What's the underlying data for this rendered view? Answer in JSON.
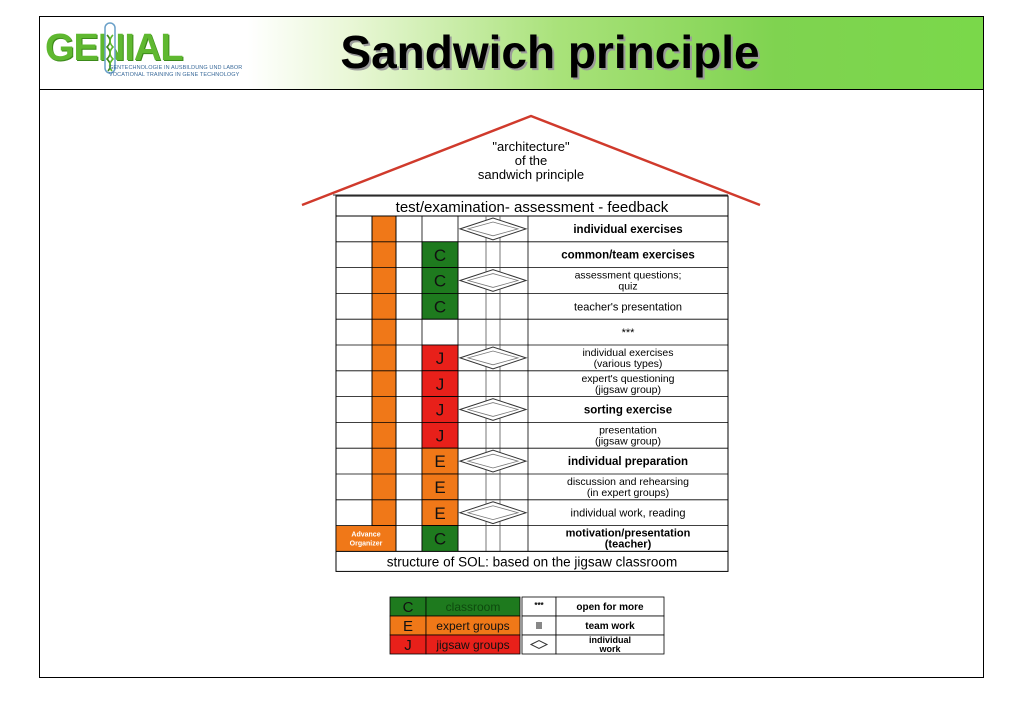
{
  "header": {
    "title": "Sandwich principle",
    "logo": {
      "word": "GENIAL",
      "line1": "GENTECHNOLOGIE IN AUSBILDUNG UND LABOR",
      "line2": "VOCATIONAL TRAINING IN GENE TECHNOLOGY"
    }
  },
  "house": {
    "roof_title": [
      "\"architecture\"",
      "of the",
      "sandwich principle"
    ],
    "top_banner": "test/examination- assessment - feedback",
    "bottom_banner": "structure of SOL: based on the jigsaw classroom",
    "advance_organizer": [
      "Advance",
      "Organizer"
    ],
    "rows": [
      {
        "code": "",
        "symbol": "diamond",
        "label": [
          "individual exercises"
        ],
        "style": "mono"
      },
      {
        "code": "C",
        "symbol": "bar",
        "label": [
          "common/team exercises"
        ],
        "style": "mono"
      },
      {
        "code": "C",
        "symbol": "diamond",
        "label": [
          "assessment questions;",
          "quiz"
        ],
        "style": "sans"
      },
      {
        "code": "C",
        "symbol": "bar",
        "label": [
          "teacher's presentation"
        ],
        "style": "sans"
      },
      {
        "code": "",
        "symbol": "bar",
        "label": [
          "***"
        ],
        "style": "sans"
      },
      {
        "code": "J",
        "symbol": "diamond",
        "label": [
          "individual exercises",
          "(various types)"
        ],
        "style": "sans"
      },
      {
        "code": "J",
        "symbol": "bar",
        "label": [
          "expert's questioning",
          "(jigsaw group)"
        ],
        "style": "sans"
      },
      {
        "code": "J",
        "symbol": "diamond",
        "label": [
          "sorting exercise"
        ],
        "style": "mono"
      },
      {
        "code": "J",
        "symbol": "bar",
        "label": [
          "presentation",
          "(jigsaw group)"
        ],
        "style": "sans"
      },
      {
        "code": "E",
        "symbol": "diamond",
        "label": [
          "individual preparation"
        ],
        "style": "mono"
      },
      {
        "code": "E",
        "symbol": "bar",
        "label": [
          "discussion and rehearsing",
          "(in expert groups)"
        ],
        "style": "sans"
      },
      {
        "code": "E",
        "symbol": "diamond",
        "label": [
          "individual work, reading"
        ],
        "style": "sans"
      },
      {
        "code": "C",
        "symbol": "bar",
        "label": [
          "motivation/presentation",
          "(teacher)"
        ],
        "style": "mono"
      }
    ]
  },
  "legend": {
    "codes": [
      {
        "code": "C",
        "label": "classroom"
      },
      {
        "code": "E",
        "label": "expert groups"
      },
      {
        "code": "J",
        "label": "jigsaw groups"
      }
    ],
    "symbols": [
      {
        "symbol": "***",
        "label": [
          "open for more"
        ]
      },
      {
        "symbol": "bar",
        "label": [
          "team work"
        ]
      },
      {
        "symbol": "diamond",
        "label": [
          "individual",
          "work"
        ]
      }
    ]
  },
  "colors": {
    "C": "#1e7a1e",
    "E": "#f07818",
    "J": "#e8201a",
    "roof": "#d03a2c",
    "header_green": "#7ad84a",
    "logo_green": "#5fb830"
  }
}
